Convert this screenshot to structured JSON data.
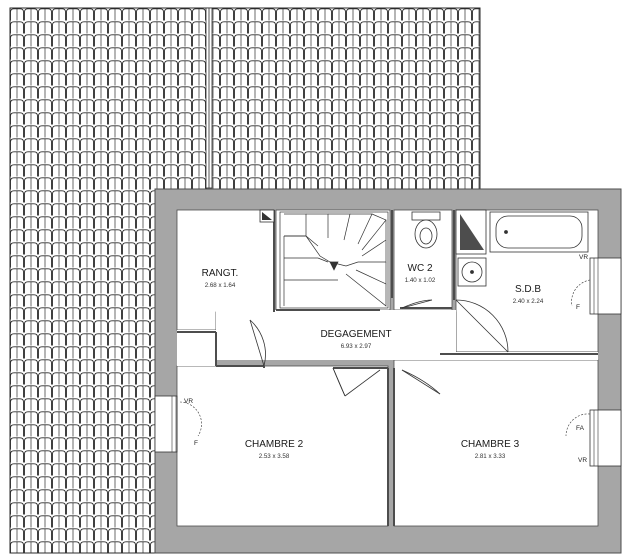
{
  "rooms": [
    {
      "name": "RANGT.",
      "dims": "2.68 x 1.64"
    },
    {
      "name": "WC 2",
      "dims": "1.40 x 1.02"
    },
    {
      "name": "S.D.B",
      "dims": "2.40 x 2.24"
    },
    {
      "name": "DEGAGEMENT",
      "dims": "6.93 x 2.97"
    },
    {
      "name": "CHAMBRE 2",
      "dims": "2.53 x 3.58"
    },
    {
      "name": "CHAMBRE 3",
      "dims": "2.81 x 3.33"
    }
  ],
  "window_labels": {
    "sdb_top": "VR",
    "sdb_bottom": "F",
    "ch2_top": "VR",
    "ch2_bottom": "F",
    "ch3_top": "FA",
    "ch3_bottom": "VR"
  },
  "colors": {
    "wall": "#a6a6a6",
    "wall_outline": "#4d4d4d",
    "roof_tile_line": "#2b2b2b",
    "floor": "#ffffff"
  }
}
